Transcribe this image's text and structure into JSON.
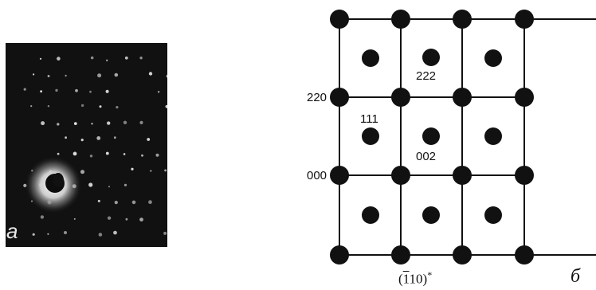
{
  "panel_a": {
    "label": "a"
  },
  "panel_b": {
    "label": "б"
  },
  "diagram": {
    "row_labels": {
      "top": "220",
      "bottom": "000"
    },
    "spot_labels": {
      "upper": "222",
      "left": "111",
      "center": "002"
    },
    "zone_axis": {
      "prefix": "(",
      "bar_digit": "1",
      "rest": "10)",
      "superscript": "*"
    }
  },
  "colors": {
    "spot": "#111111",
    "line": "#111111",
    "photo_bg": "#0d0d0d"
  }
}
